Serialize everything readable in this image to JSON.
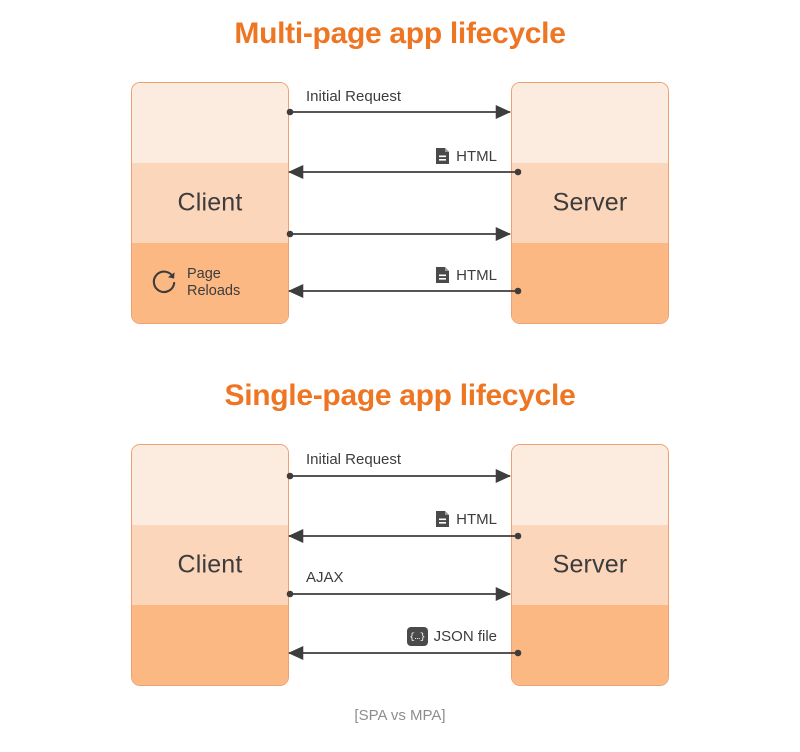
{
  "diagrams": [
    {
      "title": "Multi-page app lifecycle",
      "client": {
        "label": "Client",
        "note": "Page\nReloads",
        "note_icon": "reload-icon"
      },
      "server": {
        "label": "Server"
      },
      "messages": [
        {
          "label": "Initial Request",
          "direction": "client-to-server",
          "icon": null
        },
        {
          "label": "HTML",
          "direction": "server-to-client",
          "icon": "file-icon"
        },
        {
          "label": "",
          "direction": "client-to-server",
          "icon": null
        },
        {
          "label": "HTML",
          "direction": "server-to-client",
          "icon": "file-icon"
        }
      ]
    },
    {
      "title": "Single-page app lifecycle",
      "client": {
        "label": "Client",
        "note": "",
        "note_icon": null
      },
      "server": {
        "label": "Server"
      },
      "messages": [
        {
          "label": "Initial Request",
          "direction": "client-to-server",
          "icon": null
        },
        {
          "label": "HTML",
          "direction": "server-to-client",
          "icon": "file-icon"
        },
        {
          "label": "AJAX",
          "direction": "client-to-server",
          "icon": null
        },
        {
          "label": "JSON file",
          "direction": "server-to-client",
          "icon": "json-icon"
        }
      ]
    }
  ],
  "caption": "[SPA vs MPA]",
  "icons": {
    "json_glyph": "{…}"
  },
  "colors": {
    "title_orange": "#ee7623",
    "box_border": "#f0a070",
    "band_top": "#fcece0",
    "band_middle": "#fbd6bb",
    "band_bottom": "#fcb883",
    "arrow": "#3d3d3d",
    "caption_gray": "#8d8d8d"
  }
}
